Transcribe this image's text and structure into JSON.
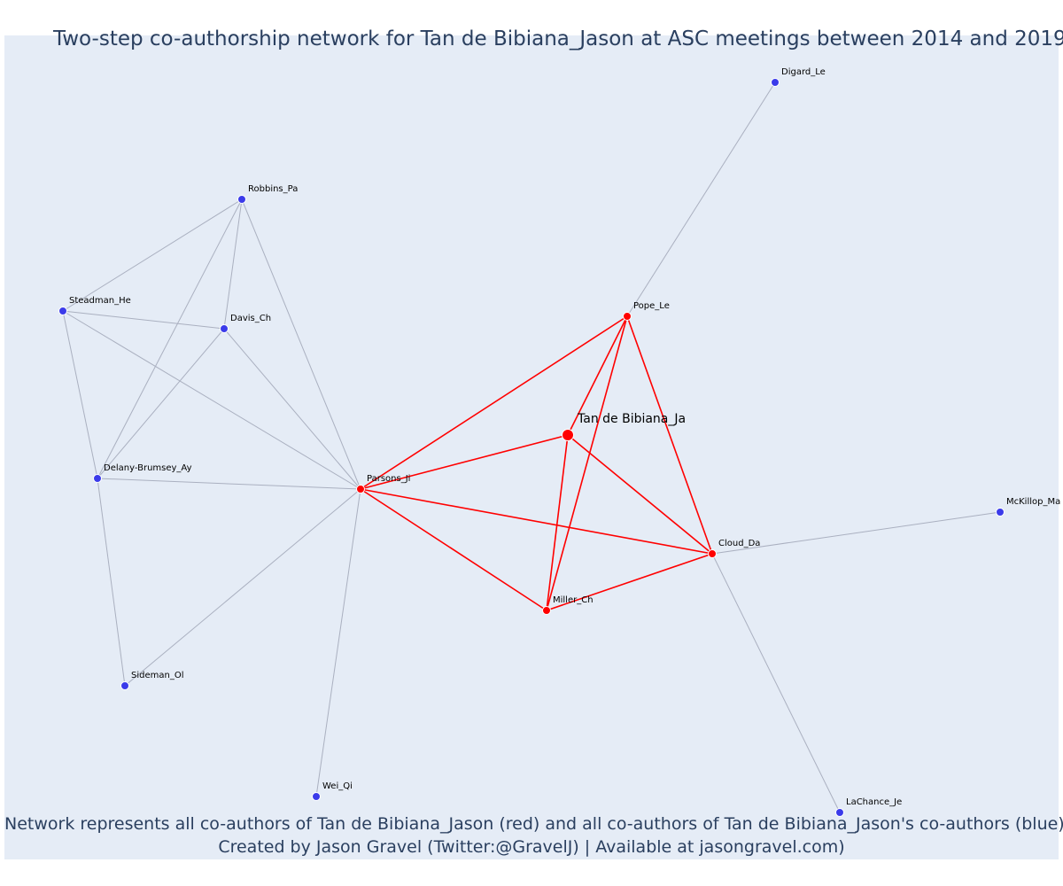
{
  "title": "Two-step co-authorship network for Tan de Bibiana_Jason at ASC meetings between 2014 and 2019",
  "caption": {
    "line1": "Network represents all co-authors of Tan de Bibiana_Jason (red) and all co-authors of Tan de Bibiana_Jason's co-authors (blue)",
    "line2": "Created by Jason Gravel (Twitter:@GravelJ) | Available at jasongravel.com)"
  },
  "colors": {
    "background": "#e5ecf6",
    "first_degree": "#ff0000",
    "second_degree": "#3b3bea",
    "edge_first": "#ff0000",
    "edge_second": "#aab0c0",
    "title": "#2a3f5f"
  },
  "nodes": [
    {
      "id": "tan",
      "label": "Tan de Bibiana_Ja",
      "group": "ego"
    },
    {
      "id": "pope",
      "label": "Pope_Le",
      "group": "first"
    },
    {
      "id": "parsons",
      "label": "Parsons_Ji",
      "group": "first"
    },
    {
      "id": "cloud",
      "label": "Cloud_Da",
      "group": "first"
    },
    {
      "id": "miller",
      "label": "Miller_Ch",
      "group": "first"
    },
    {
      "id": "digard",
      "label": "Digard_Le",
      "group": "second"
    },
    {
      "id": "robbins",
      "label": "Robbins_Pa",
      "group": "second"
    },
    {
      "id": "steadman",
      "label": "Steadman_He",
      "group": "second"
    },
    {
      "id": "davis",
      "label": "Davis_Ch",
      "group": "second"
    },
    {
      "id": "delany",
      "label": "Delany-Brumsey_Ay",
      "group": "second"
    },
    {
      "id": "sideman",
      "label": "Sideman_Ol",
      "group": "second"
    },
    {
      "id": "wei",
      "label": "Wei_Qi",
      "group": "second"
    },
    {
      "id": "mckillop",
      "label": "McKillop_Ma",
      "group": "second"
    },
    {
      "id": "lachance",
      "label": "LaChance_Je",
      "group": "second"
    }
  ],
  "edges": [
    {
      "source": "tan",
      "target": "pope",
      "type": "first"
    },
    {
      "source": "tan",
      "target": "parsons",
      "type": "first"
    },
    {
      "source": "tan",
      "target": "cloud",
      "type": "first"
    },
    {
      "source": "tan",
      "target": "miller",
      "type": "first"
    },
    {
      "source": "pope",
      "target": "parsons",
      "type": "first"
    },
    {
      "source": "pope",
      "target": "miller",
      "type": "first"
    },
    {
      "source": "pope",
      "target": "cloud",
      "type": "first"
    },
    {
      "source": "parsons",
      "target": "cloud",
      "type": "first"
    },
    {
      "source": "parsons",
      "target": "miller",
      "type": "first"
    },
    {
      "source": "miller",
      "target": "cloud",
      "type": "first"
    },
    {
      "source": "pope",
      "target": "digard",
      "type": "second"
    },
    {
      "source": "cloud",
      "target": "mckillop",
      "type": "second"
    },
    {
      "source": "cloud",
      "target": "lachance",
      "type": "second"
    },
    {
      "source": "parsons",
      "target": "robbins",
      "type": "second"
    },
    {
      "source": "parsons",
      "target": "steadman",
      "type": "second"
    },
    {
      "source": "parsons",
      "target": "davis",
      "type": "second"
    },
    {
      "source": "parsons",
      "target": "delany",
      "type": "second"
    },
    {
      "source": "parsons",
      "target": "sideman",
      "type": "second"
    },
    {
      "source": "parsons",
      "target": "wei",
      "type": "second"
    },
    {
      "source": "robbins",
      "target": "steadman",
      "type": "second"
    },
    {
      "source": "robbins",
      "target": "davis",
      "type": "second"
    },
    {
      "source": "robbins",
      "target": "delany",
      "type": "second"
    },
    {
      "source": "steadman",
      "target": "davis",
      "type": "second"
    },
    {
      "source": "steadman",
      "target": "delany",
      "type": "second"
    },
    {
      "source": "davis",
      "target": "delany",
      "type": "second"
    },
    {
      "source": "delany",
      "target": "sideman",
      "type": "second"
    }
  ]
}
